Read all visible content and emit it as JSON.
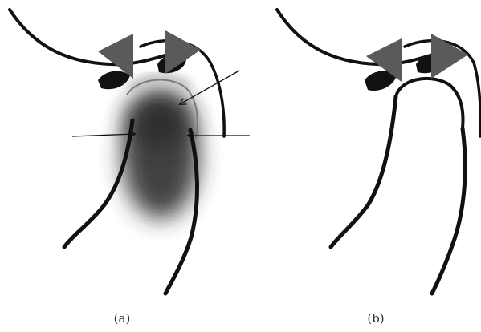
{
  "panels": [
    {
      "id": "a",
      "caption": "(a)"
    },
    {
      "id": "b",
      "caption": "(b)"
    }
  ],
  "colors": {
    "line": "#111111",
    "arrowhead_fill": "#5a5a5a",
    "shadow": "#2f2f2f",
    "background": "#ffffff"
  }
}
